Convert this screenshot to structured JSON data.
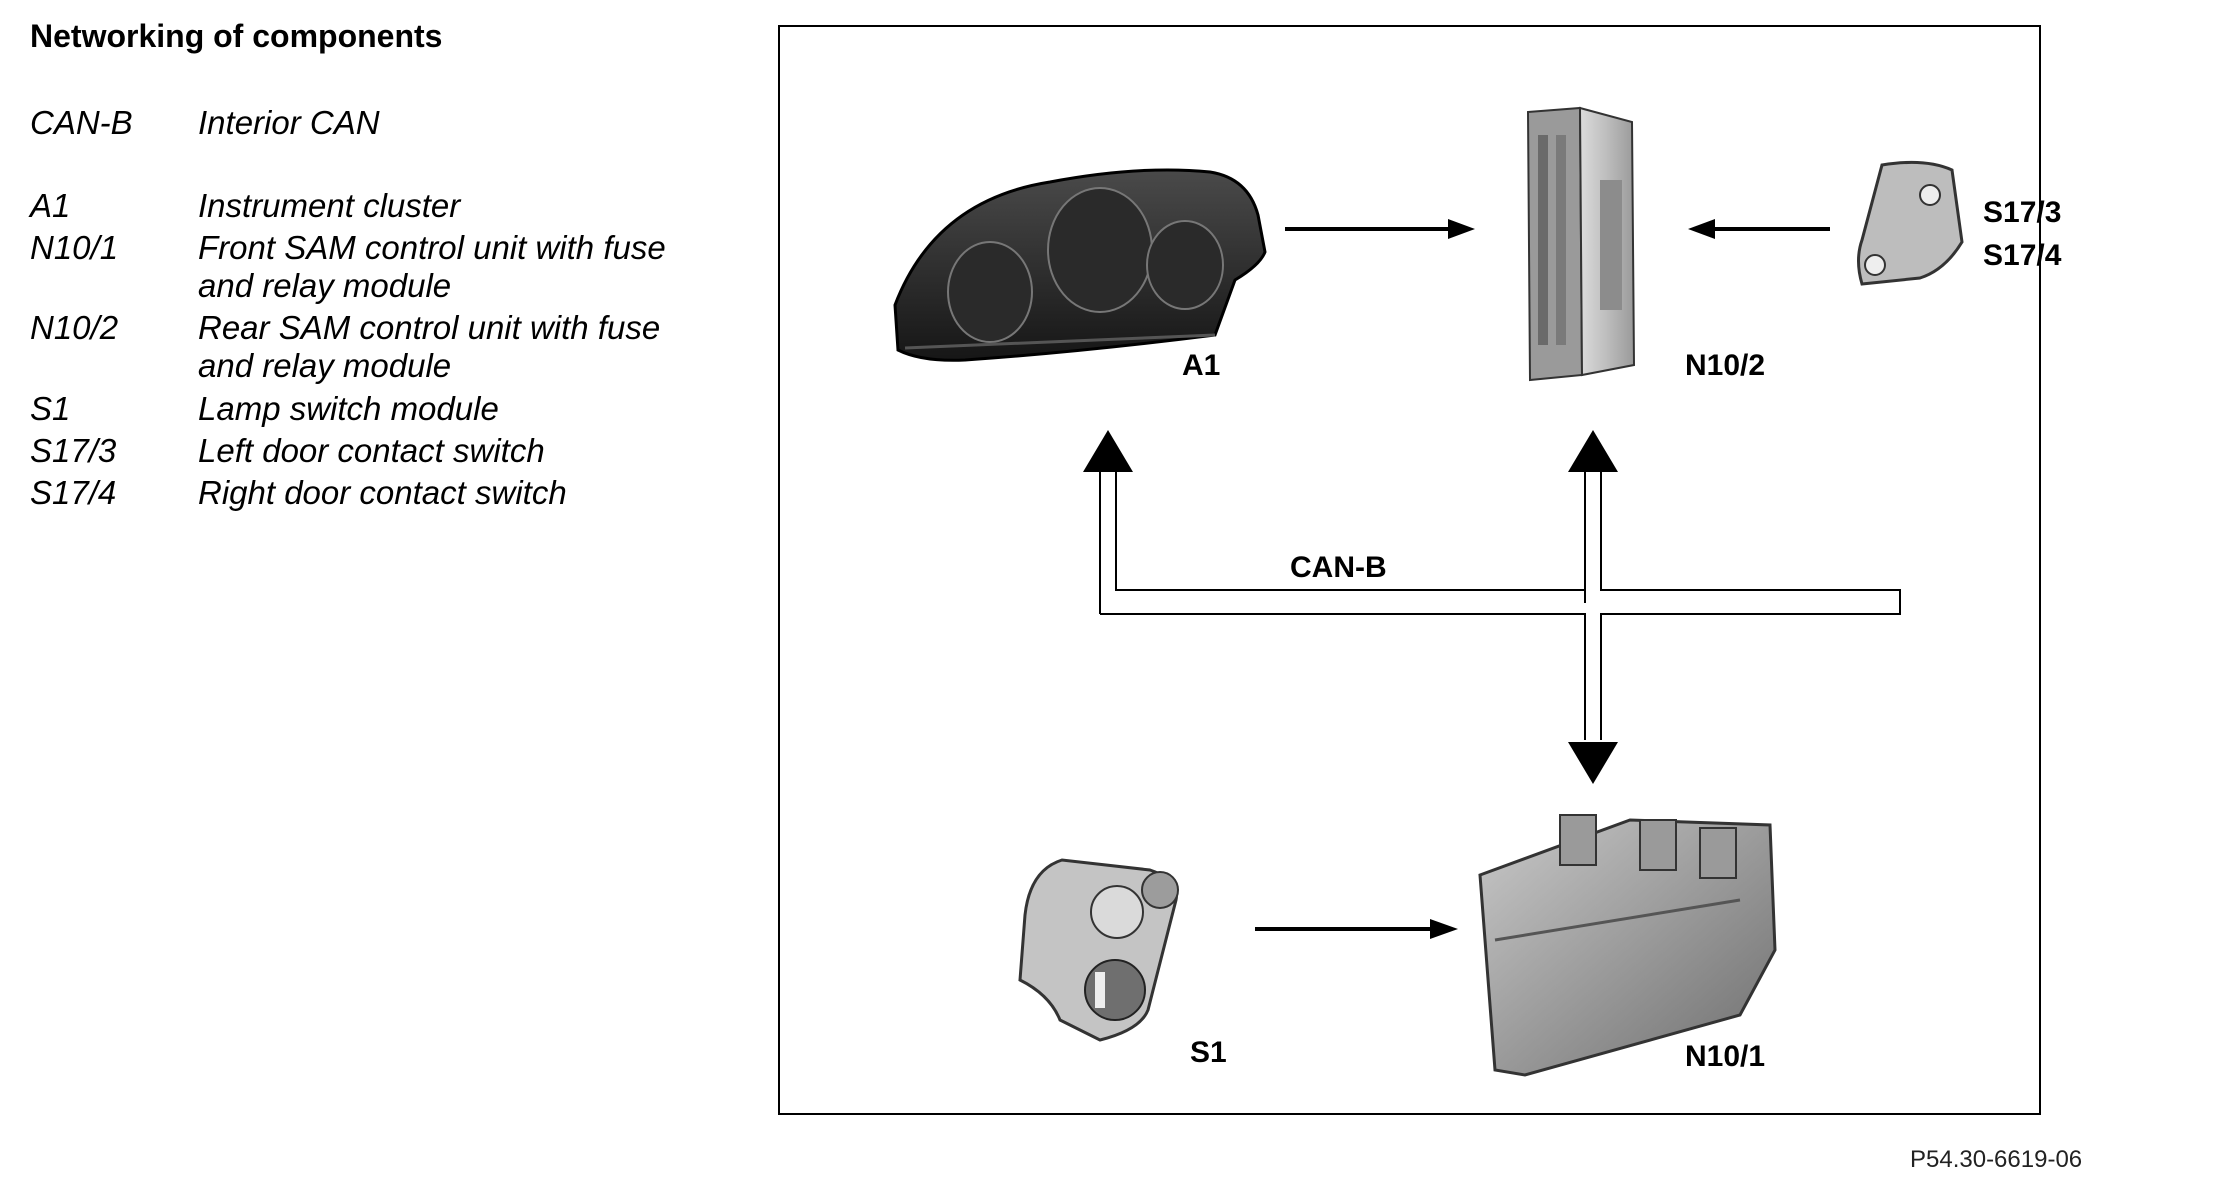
{
  "heading": "Networking of components",
  "legend": [
    {
      "code": "CAN-B",
      "desc": "Interior CAN"
    },
    {
      "code": "A1",
      "desc": "Instrument cluster"
    },
    {
      "code": "N10/1",
      "desc": "Front SAM control unit with fuse and relay module"
    },
    {
      "code": "N10/2",
      "desc": "Rear SAM control unit with fuse and relay module"
    },
    {
      "code": "S1",
      "desc": "Lamp switch module"
    },
    {
      "code": "S17/3",
      "desc": "Left door contact switch"
    },
    {
      "code": "S17/4",
      "desc": "Right door contact switch"
    }
  ],
  "diagram": {
    "bus_label": "CAN-B",
    "components": {
      "a1": "A1",
      "n10_2": "N10/2",
      "s17_3": "S17/3",
      "s17_4": "S17/4",
      "s1": "S1",
      "n10_1": "N10/1"
    }
  },
  "figure_id": "P54.30-6619-06"
}
